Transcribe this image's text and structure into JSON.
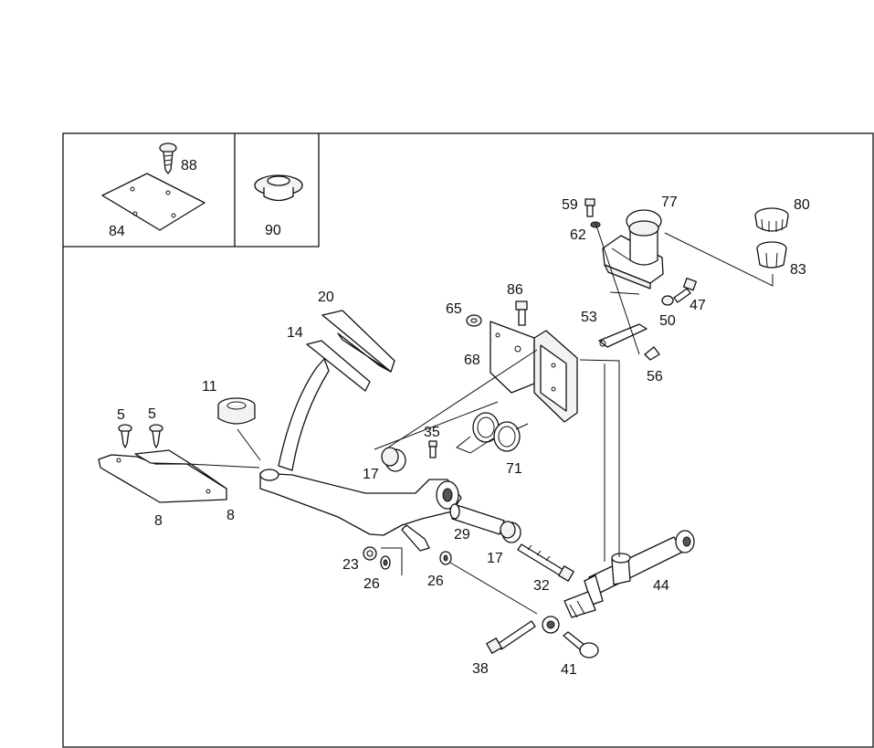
{
  "diagram": {
    "part_labels": {
      "p88": "88",
      "p84": "84",
      "p90": "90",
      "p59": "59",
      "p77": "77",
      "p80": "80",
      "p62": "62",
      "p83": "83",
      "p86": "86",
      "p65": "65",
      "p47": "47",
      "p50": "50",
      "p53": "53",
      "p68": "68",
      "p56": "56",
      "p20": "20",
      "p14": "14",
      "p11": "11",
      "p5a": "5",
      "p5b": "5",
      "p35": "35",
      "p71": "71",
      "p17a": "17",
      "p8a": "8",
      "p8b": "8",
      "p29": "29",
      "p17b": "17",
      "p23": "23",
      "p26a": "26",
      "p26b": "26",
      "p32": "32",
      "p44": "44",
      "p38": "38",
      "p41": "41"
    }
  }
}
